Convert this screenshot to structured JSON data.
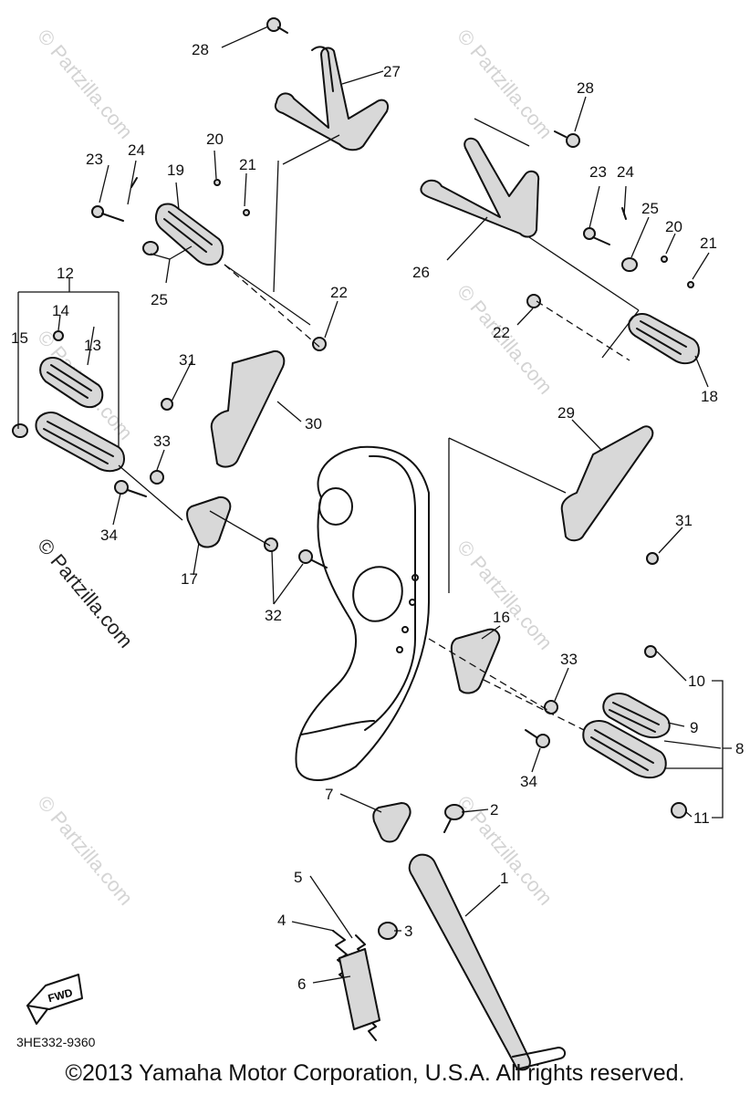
{
  "diagram_code": "3HE332-9360",
  "copyright": "©2013 Yamaha Motor Corporation, U.S.A. All rights reserved.",
  "watermark": "© Partzilla.com",
  "fwd_label": "FWD",
  "callouts": {
    "c1": "1",
    "c2": "2",
    "c3": "3",
    "c4": "4",
    "c5": "5",
    "c6": "6",
    "c7": "7",
    "c8": "8",
    "c9": "9",
    "c10": "10",
    "c11": "11",
    "c12": "12",
    "c13": "13",
    "c14": "14",
    "c15": "15",
    "c16": "16",
    "c17": "17",
    "c18": "18",
    "c19": "19",
    "c20a": "20",
    "c20b": "20",
    "c21a": "21",
    "c21b": "21",
    "c22a": "22",
    "c22b": "22",
    "c23a": "23",
    "c23b": "23",
    "c24a": "24",
    "c24b": "24",
    "c25a": "25",
    "c25b": "25",
    "c26": "26",
    "c27": "27",
    "c28a": "28",
    "c28b": "28",
    "c29": "29",
    "c30": "30",
    "c31a": "31",
    "c31b": "31",
    "c32": "32",
    "c33a": "33",
    "c33b": "33",
    "c34a": "34",
    "c34b": "34"
  }
}
